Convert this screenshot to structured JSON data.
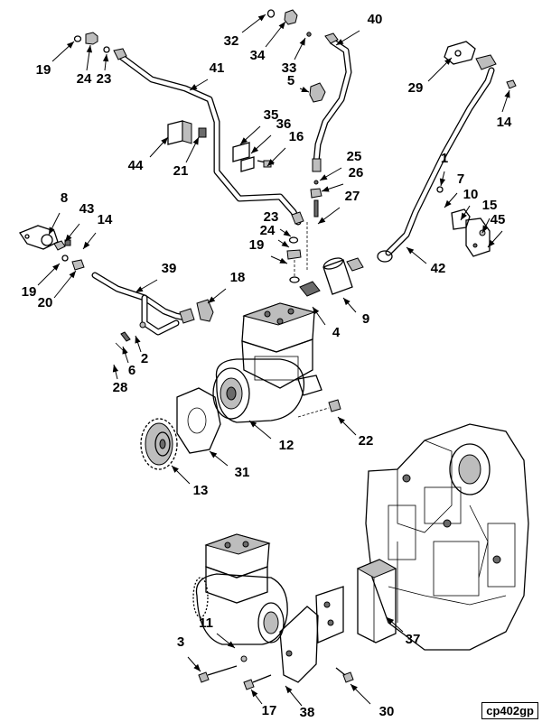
{
  "figure": {
    "id": "cp402gp"
  },
  "callouts": [
    {
      "label": "32"
    },
    {
      "label": "34"
    },
    {
      "label": "33"
    },
    {
      "label": "40"
    },
    {
      "label": "19"
    },
    {
      "label": "24"
    },
    {
      "label": "23"
    },
    {
      "label": "41"
    },
    {
      "label": "5"
    },
    {
      "label": "29"
    },
    {
      "label": "14"
    },
    {
      "label": "35"
    },
    {
      "label": "36"
    },
    {
      "label": "16"
    },
    {
      "label": "44"
    },
    {
      "label": "21"
    },
    {
      "label": "25"
    },
    {
      "label": "26"
    },
    {
      "label": "1"
    },
    {
      "label": "7"
    },
    {
      "label": "10"
    },
    {
      "label": "15"
    },
    {
      "label": "45"
    },
    {
      "label": "27"
    },
    {
      "label": "8"
    },
    {
      "label": "43"
    },
    {
      "label": "14"
    },
    {
      "label": "23"
    },
    {
      "label": "24"
    },
    {
      "label": "19"
    },
    {
      "label": "42"
    },
    {
      "label": "19"
    },
    {
      "label": "20"
    },
    {
      "label": "39"
    },
    {
      "label": "18"
    },
    {
      "label": "9"
    },
    {
      "label": "4"
    },
    {
      "label": "2"
    },
    {
      "label": "6"
    },
    {
      "label": "28"
    },
    {
      "label": "22"
    },
    {
      "label": "12"
    },
    {
      "label": "31"
    },
    {
      "label": "13"
    },
    {
      "label": "11"
    },
    {
      "label": "37"
    },
    {
      "label": "3"
    },
    {
      "label": "17"
    },
    {
      "label": "38"
    },
    {
      "label": "30"
    }
  ]
}
